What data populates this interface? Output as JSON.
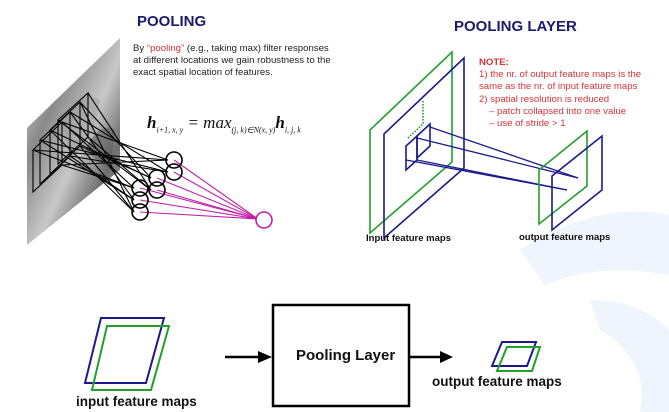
{
  "left_panel": {
    "title": "POOLING",
    "description_prefix": "By ",
    "description_highlight": "“pooling”",
    "description_suffix": " (e.g., taking max) filter responses at different locations we gain robustness to the exact spatial location of features.",
    "formula": {
      "lhs": "h",
      "lhs_sub": "i+1, x, y",
      "op": " = max",
      "op_sub": "(j, k)∈N(x, y)",
      "rhs": "h",
      "rhs_sub": "i, j, k"
    },
    "image_semantic": "grayscale-photo-feature-map"
  },
  "right_panel": {
    "title": "POOLING LAYER",
    "note_head": "NOTE:",
    "note_lines": [
      "1) the nr. of output feature maps is the",
      "same as the nr. of input feature maps",
      "2) spatial resolution is reduced"
    ],
    "note_sub_lines": [
      "– patch collapsed into one value",
      "– use of stride > 1"
    ],
    "input_caption": "Input feature maps",
    "output_caption": "output feature maps"
  },
  "bottom_panel": {
    "box_label": "Pooling Layer",
    "input_caption": "input feature maps",
    "output_caption": "output feature maps"
  },
  "colors": {
    "title_navy": "#1a1a6e",
    "map_blue": "#1a1a8c",
    "map_green": "#22a02a",
    "pool_magenta": "#c020a8",
    "note_red": "#d63338",
    "deco_lightblue": "#eaf3fb"
  }
}
